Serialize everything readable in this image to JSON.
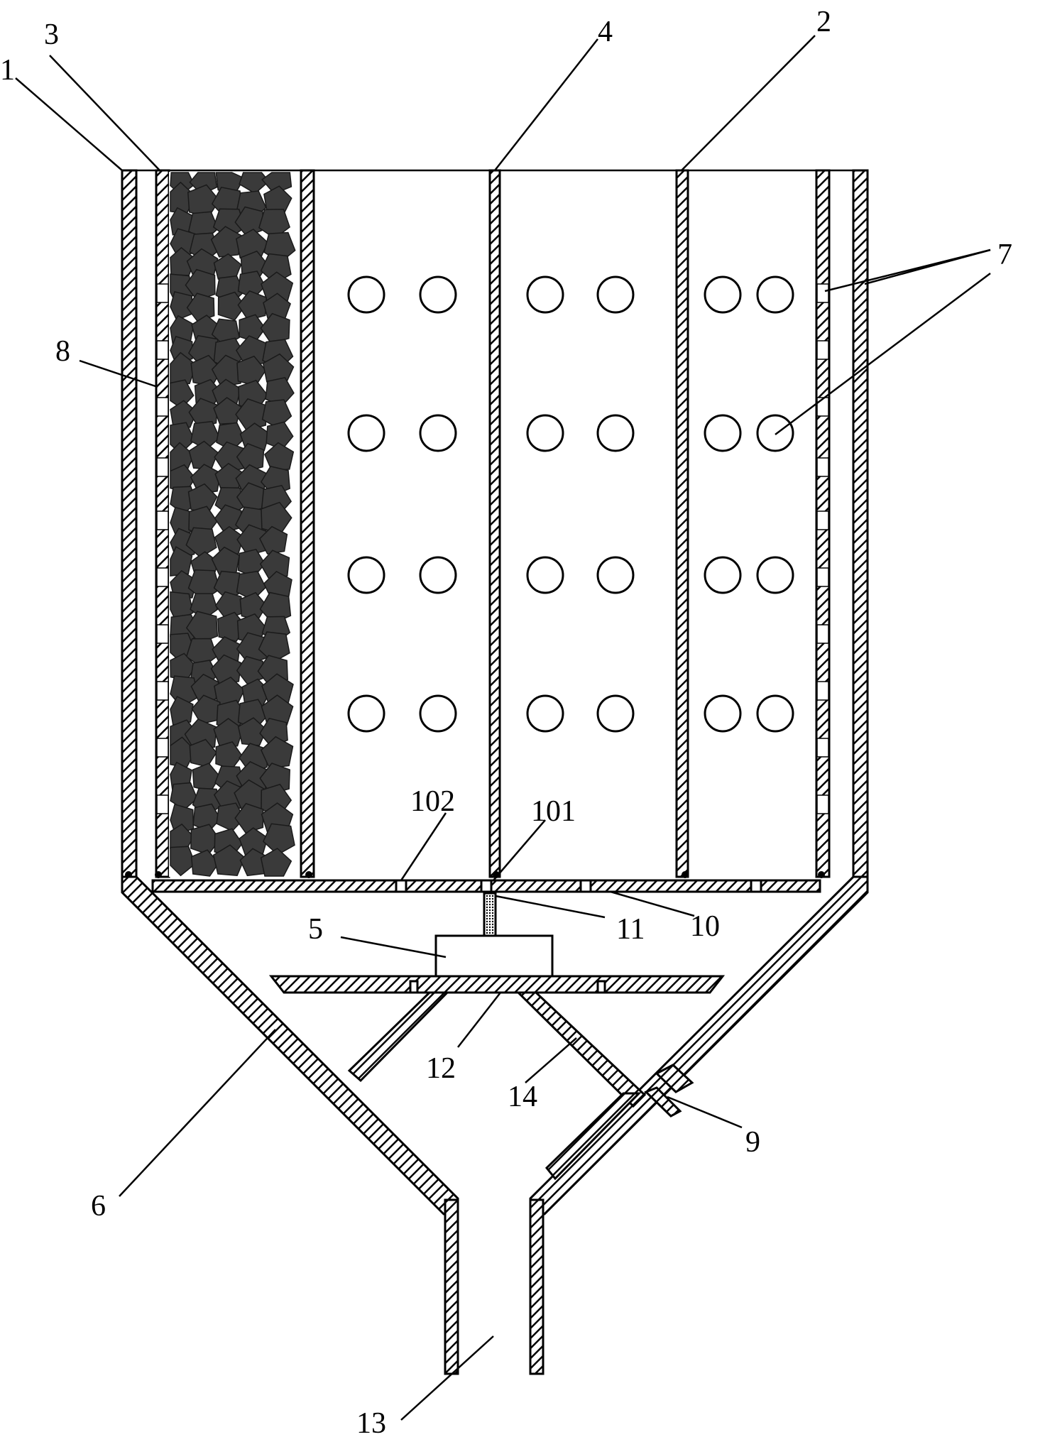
{
  "diagram": {
    "labels": {
      "l1": "1",
      "l2": "2",
      "l3": "3",
      "l4": "4",
      "l5": "5",
      "l6": "6",
      "l7": "7",
      "l8": "8",
      "l9": "9",
      "l10": "10",
      "l11": "11",
      "l12": "12",
      "l13": "13",
      "l14": "14",
      "l101": "101",
      "l102": "102"
    },
    "colors": {
      "line": "#000000",
      "fill_media": "#3a3a3a",
      "background": "#ffffff"
    }
  }
}
